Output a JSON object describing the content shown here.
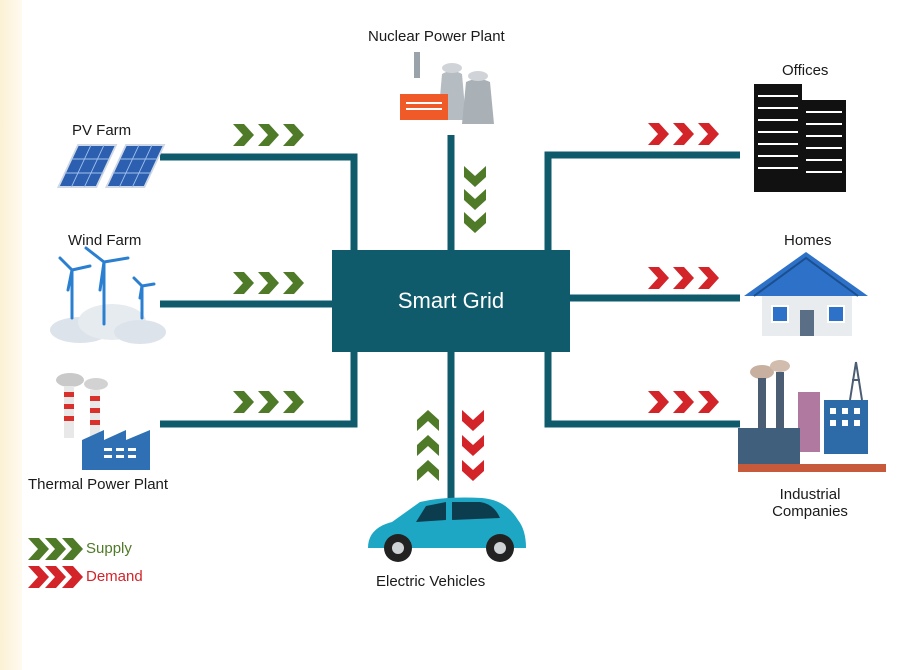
{
  "hub": {
    "label": "Smart Grid"
  },
  "sources": {
    "pv": "PV Farm",
    "wind": "Wind Farm",
    "thermal": "Thermal Power Plant",
    "nuclear": "Nuclear Power Plant"
  },
  "consumers": {
    "offices": "Offices",
    "homes": "Homes",
    "industrial_line1": "Industrial",
    "industrial_line2": "Companies",
    "ev": "Electric Vehicles"
  },
  "legend": {
    "supply": {
      "label": "Supply",
      "color": "#4f7a28"
    },
    "demand": {
      "label": "Demand",
      "color": "#d3242a"
    }
  },
  "colors": {
    "line": "#0f5a6b",
    "hub": "#0f5a6b"
  }
}
